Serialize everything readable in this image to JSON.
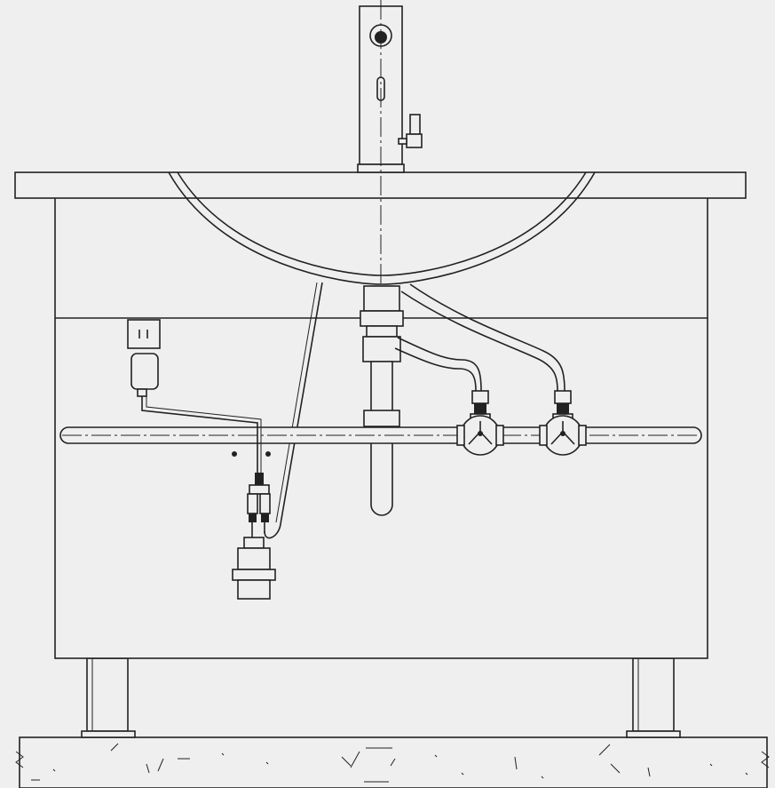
{
  "drawing": {
    "subject": "",
    "components": {
      "faucet": "sensor-faucet",
      "basin": "undermount-basin",
      "countertop": "vanity-countertop",
      "cabinet": "vanity-cabinet",
      "outlet": "wall-power-outlet",
      "adapter": "power-adapter",
      "control_box": "solenoid-control-box",
      "trap": "drain-p-trap",
      "supply_pipe": "horizontal-supply-pipe",
      "valves": [
        "angle-valve-hot",
        "angle-valve-cold"
      ],
      "floor": "concrete-floor"
    },
    "colors": {
      "line": "#222222",
      "background": "#efefef"
    }
  }
}
